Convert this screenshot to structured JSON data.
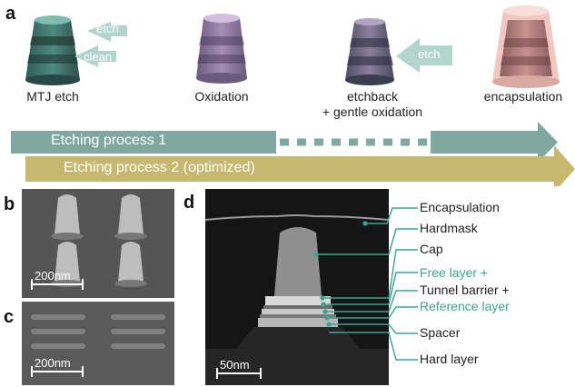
{
  "panels": {
    "a": "a",
    "b": "b",
    "c": "c",
    "d": "d"
  },
  "steps": [
    {
      "label": "MTJ etch"
    },
    {
      "label": "Oxidation"
    },
    {
      "label": "etchback\n+ gentle oxidation"
    },
    {
      "label": "encapsulation"
    }
  ],
  "arrow_labels": {
    "etch": "etch",
    "clean": "clean",
    "etch2": "etch"
  },
  "processes": {
    "p1": "Etching process 1",
    "p2": "Etching process 2 (optimized)"
  },
  "scale_bars": {
    "b": "200nm",
    "c": "200nm",
    "d": "50nm"
  },
  "layers": {
    "encapsulation": "Encapsulation",
    "hardmask": "Hardmask",
    "cap": "Cap",
    "free_layer": "Free layer +",
    "tunnel_barrier": "Tunnel barrier +",
    "reference_layer": "Reference layer",
    "spacer": "Spacer",
    "hard_layer": "Hard layer"
  },
  "colors": {
    "process1": "#7fa9a0",
    "process2": "#c7b870",
    "accent_teal": "#3aa58f"
  }
}
